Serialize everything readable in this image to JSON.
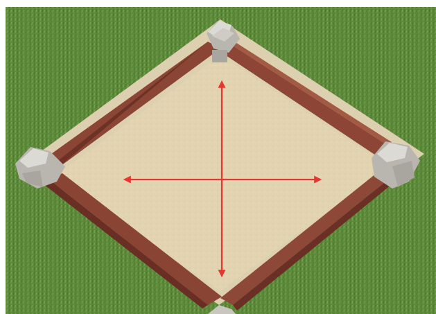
{
  "scene": {
    "grass_color": "#5e8a3c",
    "sand_color": "#e3d4b1",
    "timber_color": "#7a3a2e",
    "block_color": "#c9c6c0",
    "arrow_color": "#e8352e"
  },
  "arrows": [
    {
      "name": "vertical-double-arrow",
      "direction": "vertical"
    },
    {
      "name": "horizontal-double-arrow",
      "direction": "horizontal"
    }
  ]
}
